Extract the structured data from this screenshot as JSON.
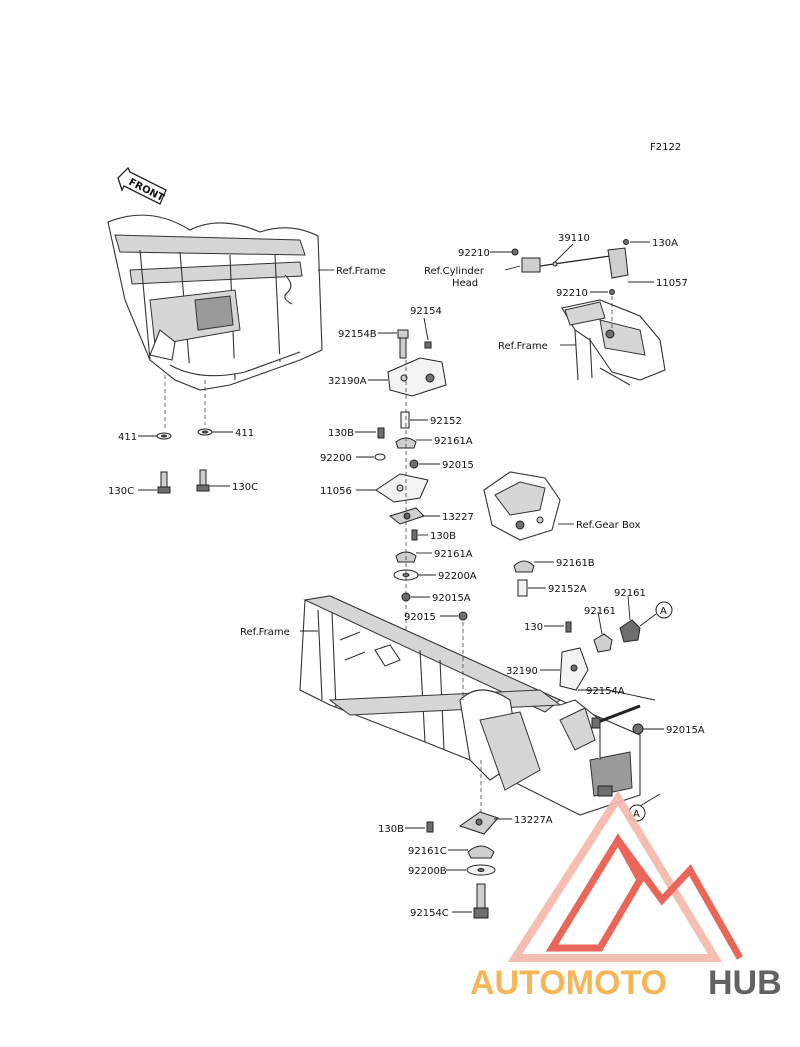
{
  "figure_code": "F2122",
  "front_label": "FRONT",
  "ref_labels": {
    "frame_top": "Ref.Frame",
    "cylinder_head_1": "Ref.Cylinder",
    "cylinder_head_2": "Head",
    "frame_right": "Ref.Frame",
    "gear_box": "Ref.Gear Box",
    "frame_main": "Ref.Frame"
  },
  "callout_a": "A",
  "parts": {
    "p_92210_top": "92210",
    "p_39110": "39110",
    "p_130A": "130A",
    "p_11057": "11057",
    "p_92210_bottom": "92210",
    "p_92154": "92154",
    "p_92154B": "92154B",
    "p_32190A": "32190A",
    "p_92152": "92152",
    "p_130B_1": "130B",
    "p_92161A_1": "92161A",
    "p_92200": "92200",
    "p_92015_1": "92015",
    "p_11056": "11056",
    "p_13227": "13227",
    "p_130B_2": "130B",
    "p_92161A_2": "92161A",
    "p_92200A": "92200A",
    "p_92015A_1": "92015A",
    "p_92015_2": "92015",
    "p_92161B": "92161B",
    "p_92152A": "92152A",
    "p_92161_a": "92161",
    "p_92161_b": "92161",
    "p_130": "130",
    "p_32190": "32190",
    "p_92154A": "92154A",
    "p_92015A_2": "92015A",
    "p_411_left": "411",
    "p_411_right": "411",
    "p_130C_left": "130C",
    "p_130C_right": "130C",
    "p_130B_3": "130B",
    "p_13227A": "13227A",
    "p_92161C": "92161C",
    "p_92200B": "92200B",
    "p_92154C": "92154C"
  },
  "watermark": {
    "part1": "AUTOMOTO",
    "part2": "HUB",
    "color_primary": "#e85a4a",
    "color_light": "#f6b8ad",
    "color_orange": "#f5b04a",
    "color_grey": "#555555"
  }
}
